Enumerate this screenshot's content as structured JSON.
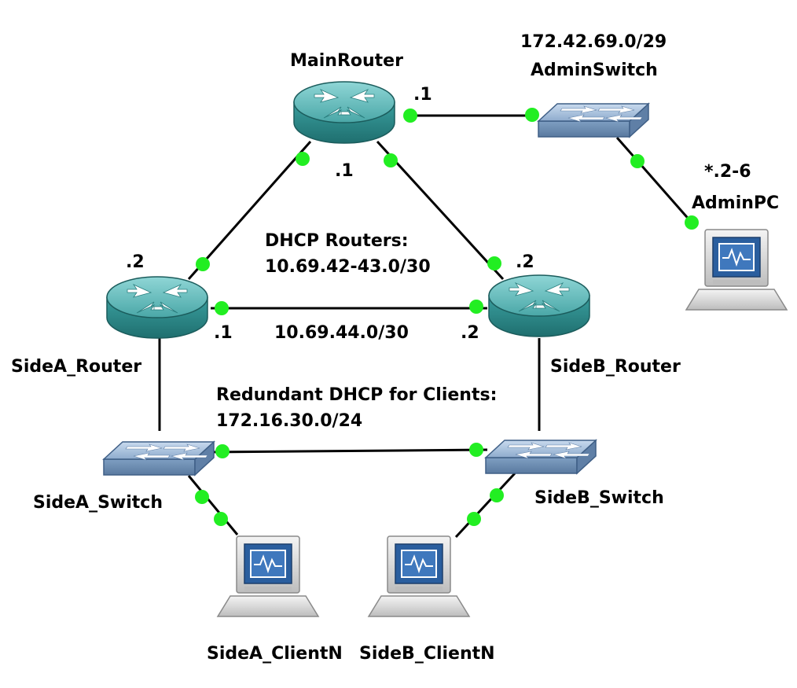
{
  "colors": {
    "link": "#000000",
    "port_up": "#22ee22",
    "router_body": "#2e8f8f",
    "router_top": "#5fbcbc",
    "switch_body": "#6f8fb3",
    "switch_top": "#a9c3df",
    "pc_screen": "#2a5e9e",
    "pc_case": "#dcdcdc"
  },
  "devices": {
    "main_router": {
      "name": "MainRouter",
      "icon": "router-icon"
    },
    "admin_switch": {
      "name": "AdminSwitch",
      "icon": "switch-icon"
    },
    "admin_pc": {
      "name": "AdminPC",
      "icon": "pc-icon"
    },
    "sidea_router": {
      "name": "SideA_Router",
      "icon": "router-icon"
    },
    "sideb_router": {
      "name": "SideB_Router",
      "icon": "router-icon"
    },
    "sidea_switch": {
      "name": "SideA_Switch",
      "icon": "switch-icon"
    },
    "sideb_switch": {
      "name": "SideB_Switch",
      "icon": "switch-icon"
    },
    "sidea_client": {
      "name": "SideA_ClientN",
      "icon": "pc-icon"
    },
    "sideb_client": {
      "name": "SideB_ClientN",
      "icon": "pc-icon"
    }
  },
  "addresses": {
    "main_admin": ".1",
    "main_down": ".1",
    "sidea_up": ".2",
    "sideb_up": ".2",
    "sidea_cross": ".1",
    "sideb_cross": ".2",
    "admin_pc_range": "*.2-6"
  },
  "networks": {
    "admin_net": "172.42.69.0/29",
    "dhcp_routers_title": "DHCP Routers:",
    "dhcp_routers_net": "10.69.42-43.0/30",
    "cross_net": "10.69.44.0/30",
    "clients_title": "Redundant DHCP for Clients:",
    "clients_net": "172.16.30.0/24"
  }
}
